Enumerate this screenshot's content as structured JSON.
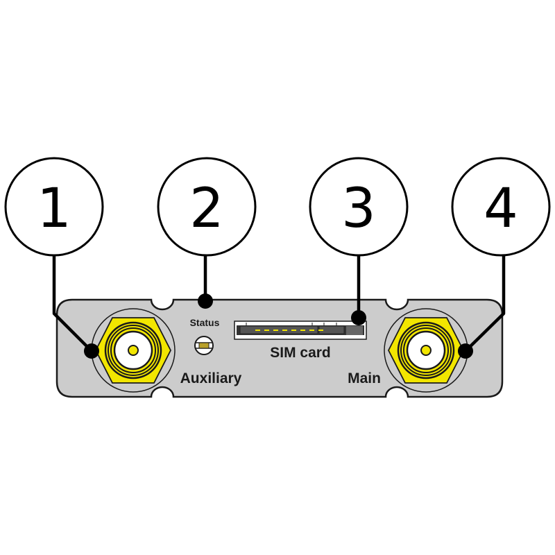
{
  "diagram": {
    "type": "device-port-panel",
    "colors": {
      "panel_fill": "#cccccc",
      "outline": "#1a1a1a",
      "connector_yellow": "#f2e600",
      "led_amber": "#b8a02a",
      "sim_slot_dark": "#555555"
    },
    "callouts": [
      {
        "number": "1",
        "target": "Auxiliary antenna connector"
      },
      {
        "number": "2",
        "target": "Status LED"
      },
      {
        "number": "3",
        "target": "SIM card slot"
      },
      {
        "number": "4",
        "target": "Main antenna connector"
      }
    ],
    "labels": {
      "status": "Status",
      "sim_card": "SIM card",
      "auxiliary": "Auxiliary",
      "main": "Main"
    }
  }
}
